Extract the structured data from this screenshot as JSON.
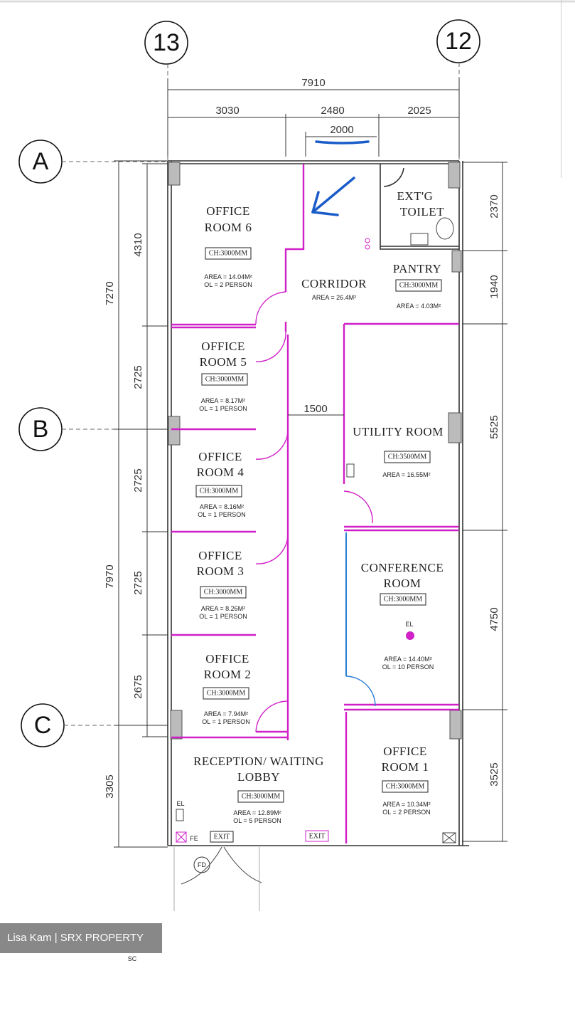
{
  "grid": {
    "col_13": "13",
    "col_12": "12",
    "row_a": "A",
    "row_b": "B",
    "row_c": "C"
  },
  "dimensions": {
    "top_total": "7910",
    "top_1": "3030",
    "top_2": "2480",
    "top_3": "2025",
    "door_width": "2000",
    "left_upper": "7270",
    "left_lower": "7970",
    "left_bottom": "3305",
    "inner_1": "4310",
    "inner_2": "2725",
    "inner_3": "2725",
    "inner_4": "2725",
    "inner_5": "2675",
    "right_1": "2370",
    "right_2": "1940",
    "right_3": "5525",
    "right_4": "4750",
    "right_5": "3525",
    "corridor_width": "1500"
  },
  "rooms": {
    "office6": {
      "line1": "OFFICE",
      "line2": "ROOM 6",
      "ch": "CH:3000MM",
      "area": "AREA = 14.04M²",
      "ol": "OL = 2 PERSON"
    },
    "office5": {
      "line1": "OFFICE",
      "line2": "ROOM 5",
      "ch": "CH:3000MM",
      "area": "AREA = 8.17M²",
      "ol": "OL = 1 PERSON"
    },
    "office4": {
      "line1": "OFFICE",
      "line2": "ROOM 4",
      "ch": "CH:3000MM",
      "area": "AREA = 8.16M²",
      "ol": "OL = 1 PERSON"
    },
    "office3": {
      "line1": "OFFICE",
      "line2": "ROOM 3",
      "ch": "CH:3000MM",
      "area": "AREA = 8.26M²",
      "ol": "OL = 1 PERSON"
    },
    "office2": {
      "line1": "OFFICE",
      "line2": "ROOM 2",
      "ch": "CH:3000MM",
      "area": "AREA = 7.94M²",
      "ol": "OL = 1 PERSON"
    },
    "office1": {
      "line1": "OFFICE",
      "line2": "ROOM 1",
      "ch": "CH:3000MM",
      "area": "AREA = 10.34M²",
      "ol": "OL = 2 PERSON"
    },
    "toilet": {
      "line1": "EXT'G",
      "line2": "TOILET"
    },
    "corridor": {
      "name": "CORRIDOR",
      "area": "AREA = 26.4M²"
    },
    "pantry": {
      "name": "PANTRY",
      "ch": "CH:3000MM",
      "area": "AREA = 4.03M²"
    },
    "utility": {
      "name": "UTILITY  ROOM",
      "ch": "CH:3500MM",
      "area": "AREA = 16.55M²"
    },
    "conference": {
      "line1": "CONFERENCE",
      "line2": "ROOM",
      "ch": "CH:3000MM",
      "el": "EL",
      "area": "AREA = 14.40M²",
      "ol": "OL = 10 PERSON"
    },
    "reception": {
      "line1": "RECEPTION/  WAITING",
      "line2": "LOBBY",
      "ch": "CH:3000MM",
      "area": "AREA = 12.89M²",
      "ol": "OL = 5 PERSON"
    }
  },
  "symbols": {
    "exit_1": "EXIT",
    "exit_2": "EXIT",
    "fe": "FE",
    "el_lobby": "EL",
    "fd": "FD",
    "sc": "SC"
  },
  "colors": {
    "partition": "#d020c8",
    "glass": "#2a7fd6",
    "annotation": "#1a5cc8"
  },
  "watermark": "Lisa Kam | SRX PROPERTY"
}
